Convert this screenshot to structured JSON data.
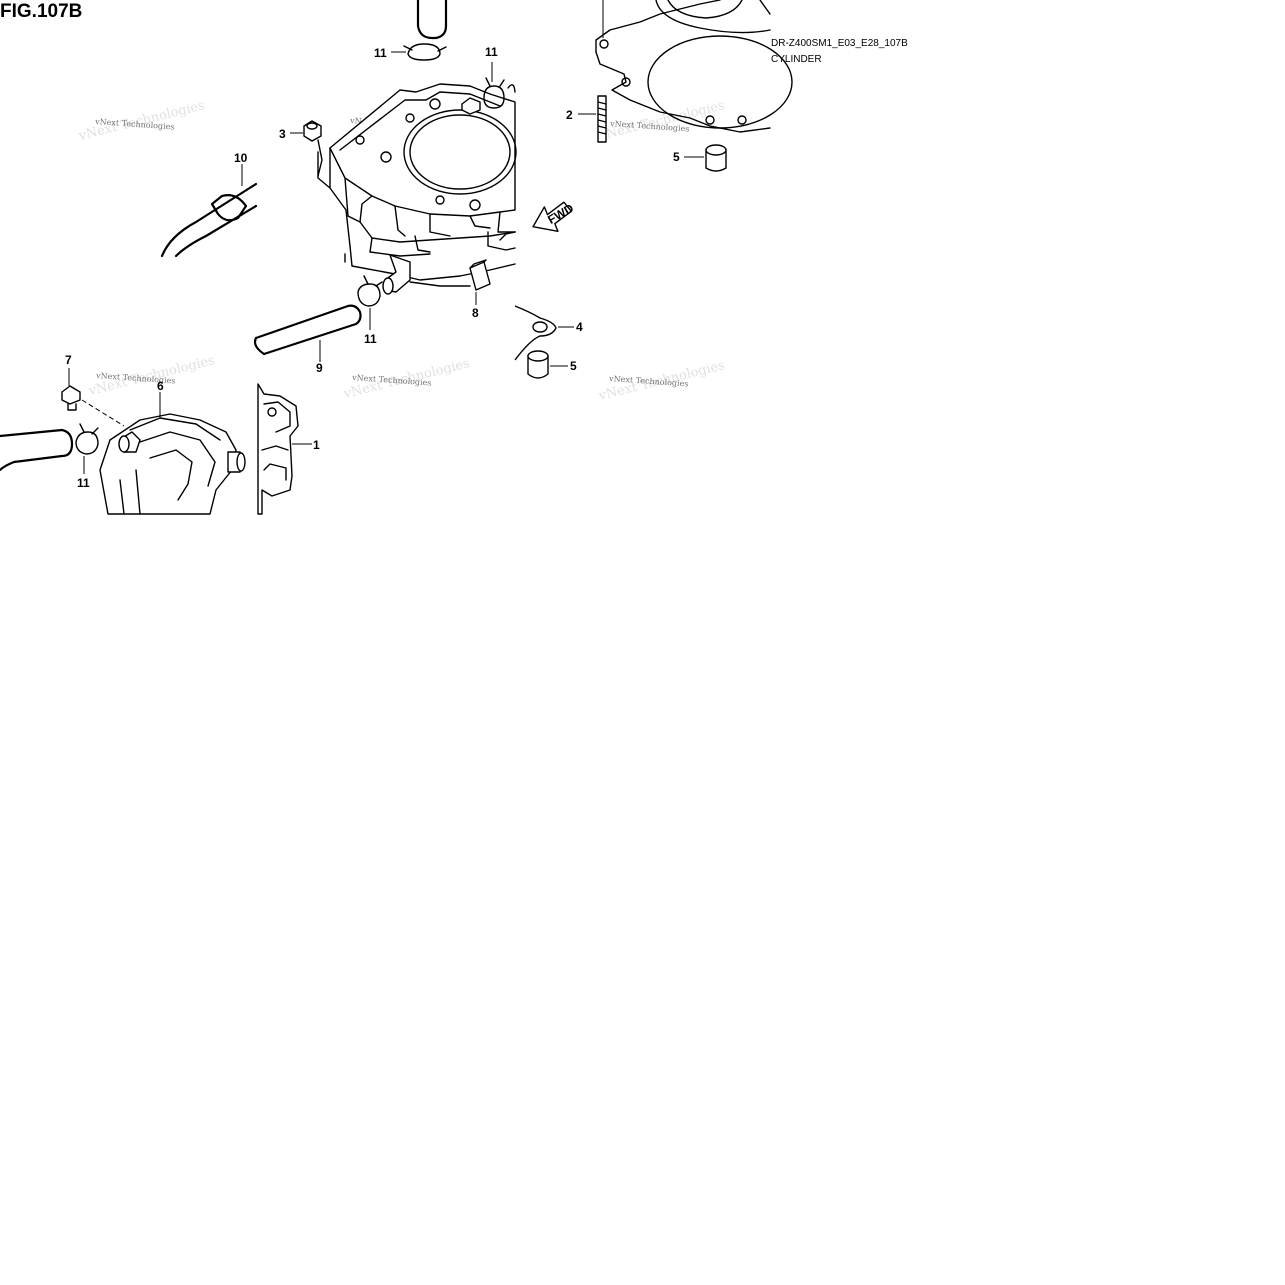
{
  "figure": {
    "title": "FIG.107B",
    "code": "DR-Z400SM1_E03_E28_107B",
    "section": "CYLINDER",
    "direction_label": "FWD",
    "watermark": "vNext Technologies"
  },
  "callouts": {
    "c1": "1",
    "c2": "2",
    "c3": "3",
    "c4": "4",
    "c5a": "5",
    "c5b": "5",
    "c6": "6",
    "c7": "7",
    "c8": "8",
    "c9": "9",
    "c10": "10",
    "c11a": "11",
    "c11b": "11",
    "c11c": "11",
    "c11d": "11"
  }
}
